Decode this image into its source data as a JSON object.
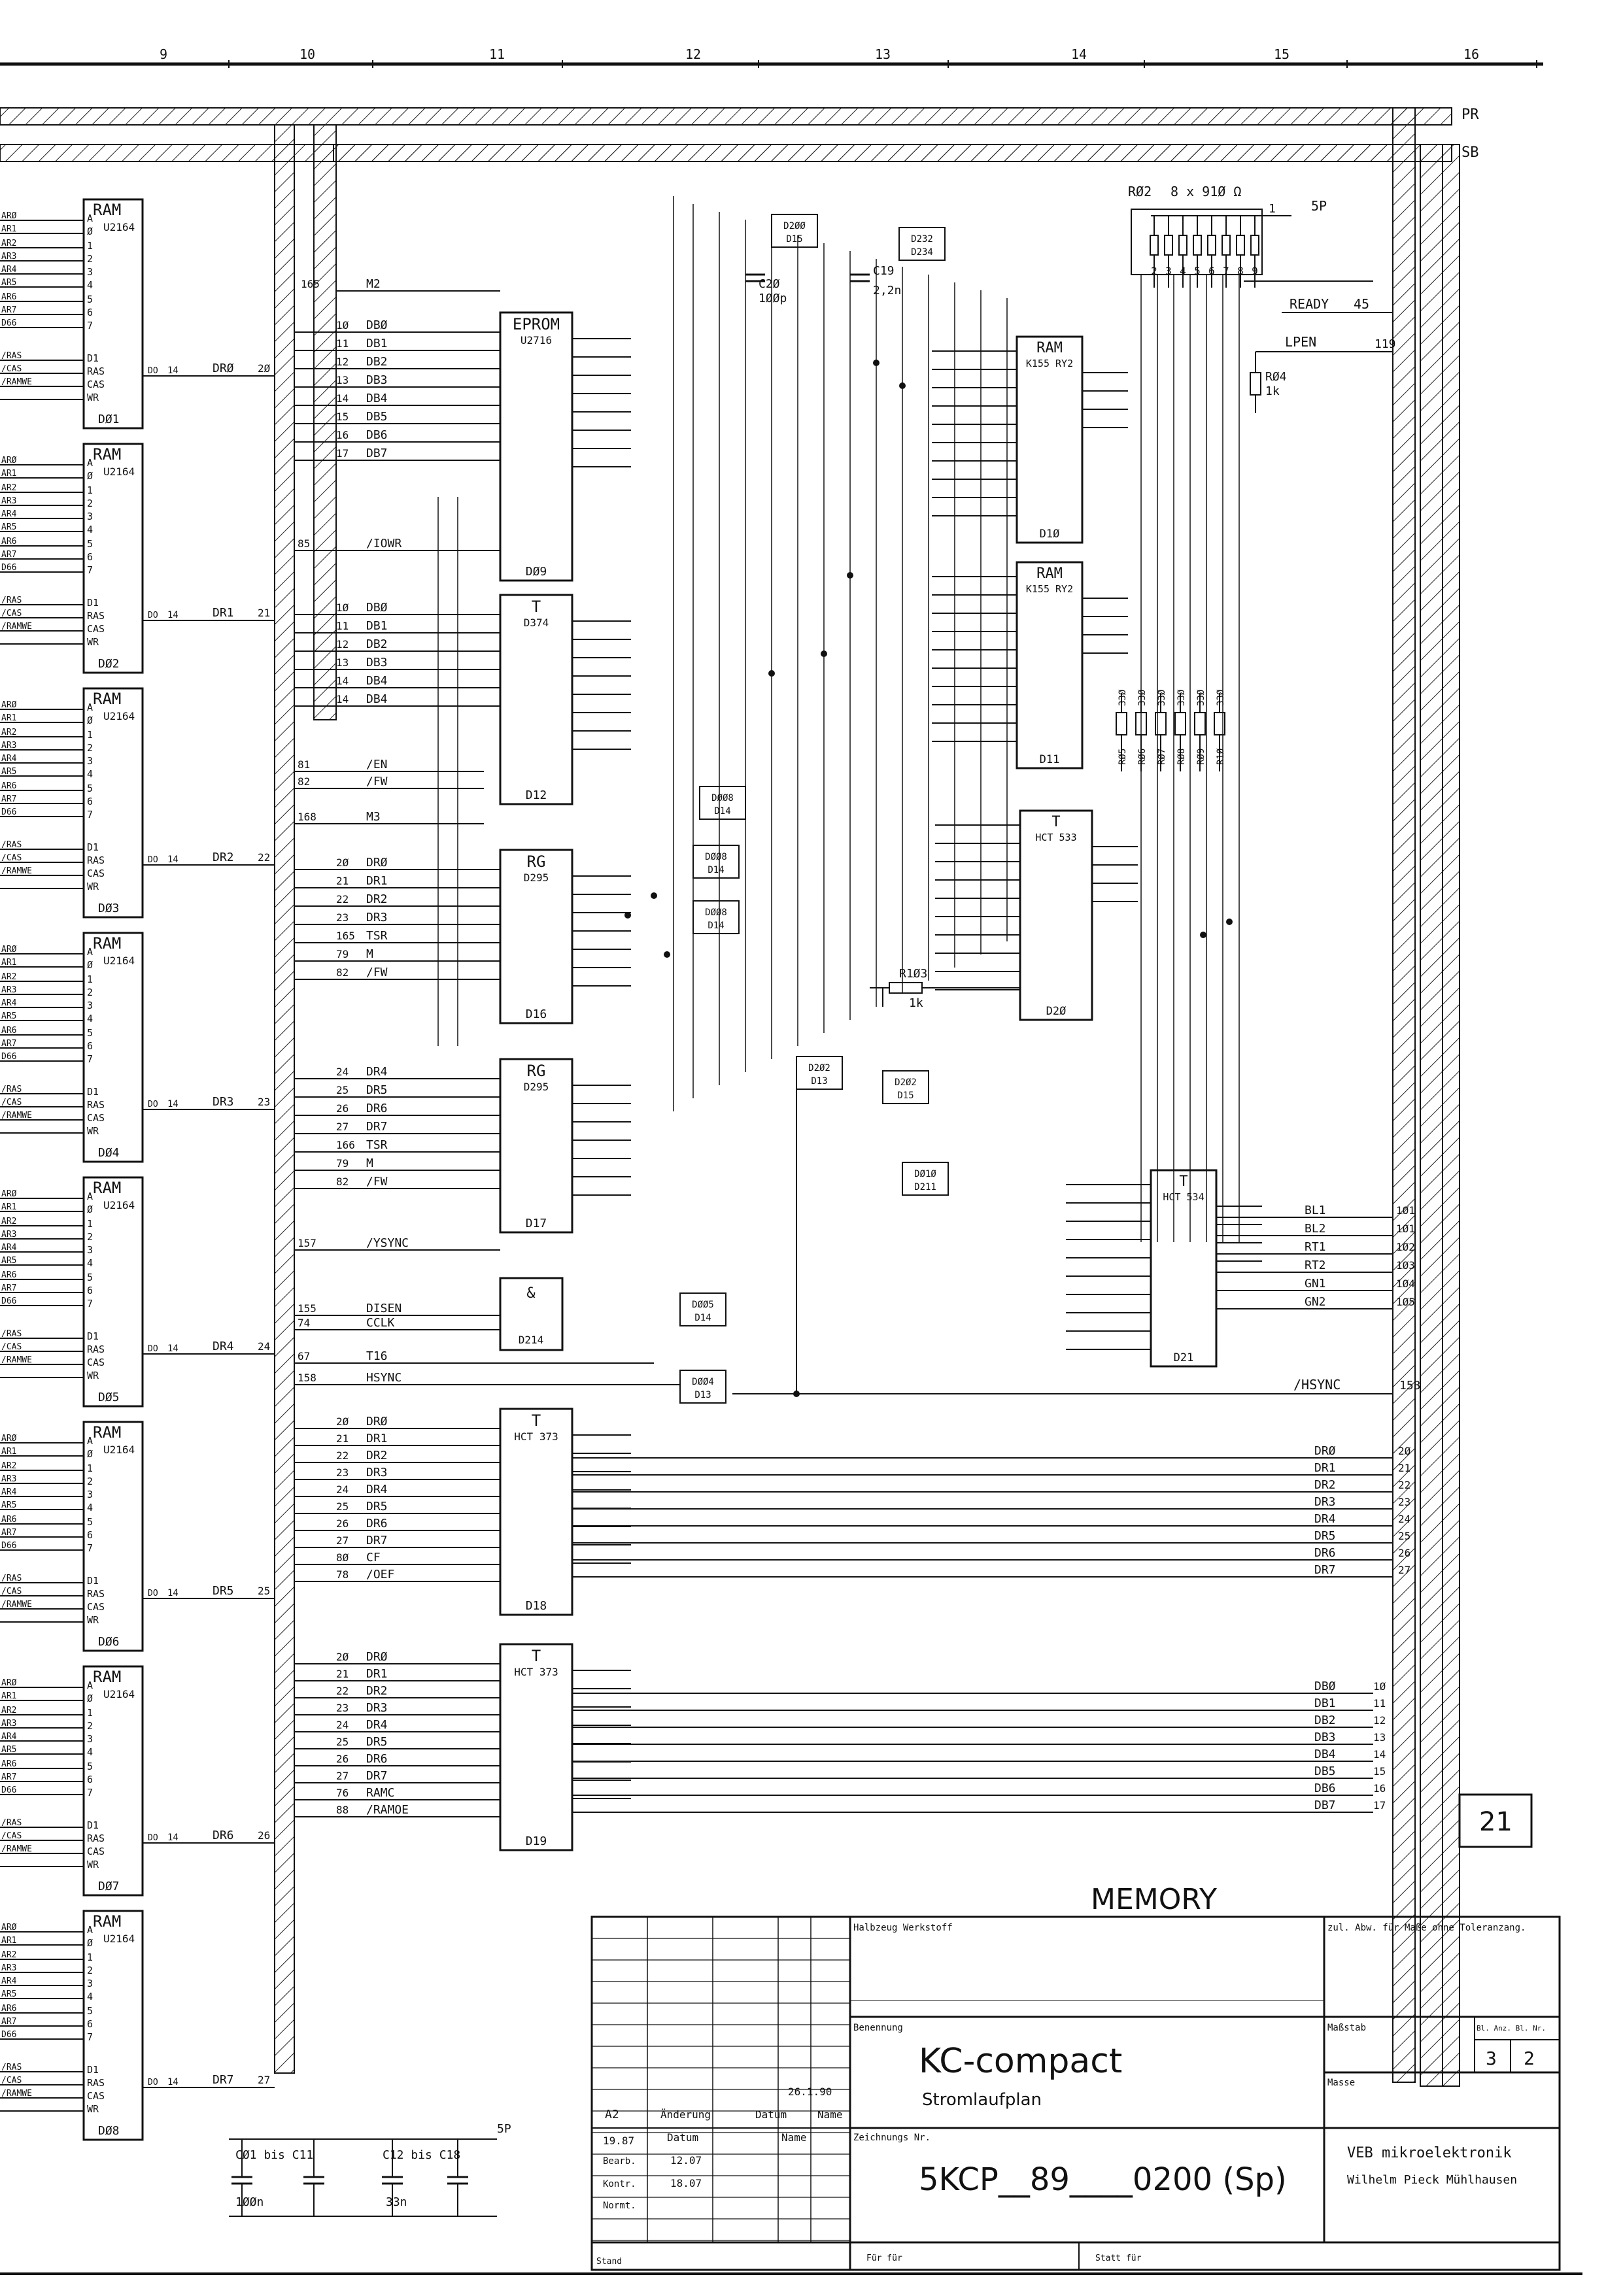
{
  "sheet": {
    "number": "21",
    "section_title": "MEMORY"
  },
  "column_numbers": [
    "9",
    "10",
    "11",
    "12",
    "13",
    "14",
    "15",
    "16"
  ],
  "bus_labels": {
    "pr": "PR",
    "sb": "SB"
  },
  "power_label": "5P",
  "resistor_array": {
    "ref": "RØ2",
    "value": "8 x 91Ø Ω",
    "pin1": "1",
    "pins": [
      "2",
      "3",
      "4",
      "5",
      "6",
      "7",
      "8",
      "9"
    ],
    "net": "READY",
    "net_pin": "45"
  },
  "lpen": {
    "name": "LPEN",
    "pin": "119",
    "resistor_ref": "RØ4",
    "resistor_value": "1k"
  },
  "capacitors": [
    {
      "ref": "C2Ø",
      "value": "1ØØp"
    },
    {
      "ref": "C19",
      "value": "2,2n"
    }
  ],
  "resistor_r103": {
    "ref": "R1Ø3",
    "value": "1k"
  },
  "resistor_block": {
    "refs": [
      "RØ5",
      "RØ6",
      "RØ7",
      "RØ8",
      "RØ9",
      "R1Ø"
    ],
    "value": "33Ø"
  },
  "left_ram_chips": [
    {
      "type": "RAM",
      "part": "U2164",
      "ref": "DØ1",
      "out": "DRØ",
      "pin": "2Ø",
      "dpin": "14"
    },
    {
      "type": "RAM",
      "part": "U2164",
      "ref": "DØ2",
      "out": "DR1",
      "pin": "21",
      "dpin": "14"
    },
    {
      "type": "RAM",
      "part": "U2164",
      "ref": "DØ3",
      "out": "DR2",
      "pin": "22",
      "dpin": "14"
    },
    {
      "type": "RAM",
      "part": "U2164",
      "ref": "DØ4",
      "out": "DR3",
      "pin": "23",
      "dpin": "14"
    },
    {
      "type": "RAM",
      "part": "U2164",
      "ref": "DØ5",
      "out": "DR4",
      "pin": "24",
      "dpin": "14"
    },
    {
      "type": "RAM",
      "part": "U2164",
      "ref": "DØ6",
      "out": "DR5",
      "pin": "25",
      "dpin": "14"
    },
    {
      "type": "RAM",
      "part": "U2164",
      "ref": "DØ7",
      "out": "DR6",
      "pin": "26",
      "dpin": "14"
    },
    {
      "type": "RAM",
      "part": "U2164",
      "ref": "DØ8",
      "out": "DR7",
      "pin": "27",
      "dpin": "14"
    }
  ],
  "ram_pin_labels": [
    "A",
    "Ø",
    "1",
    "2",
    "3",
    "4",
    "5",
    "6",
    "7",
    "D1",
    "RAS",
    "CAS",
    "WR",
    "DO"
  ],
  "left_signals": [
    "ARØ",
    "AR1",
    "AR2",
    "AR3",
    "AR4",
    "AR5",
    "AR6",
    "AR7",
    "D66",
    "/RAS",
    "/CAS",
    "/RAMWE"
  ],
  "chips": {
    "d09": {
      "type": "EPROM",
      "part": "U2716",
      "ref": "DØ9",
      "inputs": [
        [
          "1Ø",
          "DBØ"
        ],
        [
          "11",
          "DB1"
        ],
        [
          "12",
          "DB2"
        ],
        [
          "13",
          "DB3"
        ],
        [
          "14",
          "DB4"
        ],
        [
          "15",
          "DB5"
        ],
        [
          "16",
          "DB6"
        ],
        [
          "17",
          "DB7"
        ]
      ],
      "m2": "M2",
      "m2pin": "165",
      "iowr": "/IOWR",
      "iowrpin": "85"
    },
    "d12": {
      "type": "T",
      "part": "D374",
      "ref": "D12",
      "inputs": [
        [
          "1Ø",
          "DBØ"
        ],
        [
          "11",
          "DB1"
        ],
        [
          "12",
          "DB2"
        ],
        [
          "13",
          "DB3"
        ],
        [
          "14",
          "DB4"
        ],
        [
          "14",
          "DB4"
        ]
      ],
      "ctrl": [
        [
          "81",
          "/EN"
        ],
        [
          "82",
          "/FW"
        ],
        [
          "168",
          "M3"
        ]
      ]
    },
    "d16": {
      "type": "RG",
      "part": "D295",
      "ref": "D16",
      "inputs": [
        [
          "2Ø",
          "DRØ"
        ],
        [
          "21",
          "DR1"
        ],
        [
          "22",
          "DR2"
        ],
        [
          "23",
          "DR3"
        ],
        [
          "165",
          "TSR"
        ],
        [
          "79",
          "M"
        ],
        [
          "82",
          "/FW"
        ]
      ]
    },
    "d17": {
      "type": "RG",
      "part": "D295",
      "ref": "D17",
      "inputs": [
        [
          "24",
          "DR4"
        ],
        [
          "25",
          "DR5"
        ],
        [
          "26",
          "DR6"
        ],
        [
          "27",
          "DR7"
        ],
        [
          "166",
          "TSR"
        ],
        [
          "79",
          "M"
        ],
        [
          "82",
          "/FW"
        ]
      ]
    },
    "d214": {
      "type": "&",
      "ref": "D214",
      "inputs": [
        [
          "157",
          "/YSYNC"
        ],
        [
          "155",
          "DISEN"
        ],
        [
          "74",
          "CCLK"
        ]
      ]
    },
    "d18": {
      "type": "T",
      "part": "HCT 373",
      "ref": "D18",
      "inputs": [
        [
          "2Ø",
          "DRØ"
        ],
        [
          "21",
          "DR1"
        ],
        [
          "22",
          "DR2"
        ],
        [
          "23",
          "DR3"
        ],
        [
          "24",
          "DR4"
        ],
        [
          "25",
          "DR5"
        ],
        [
          "26",
          "DR6"
        ],
        [
          "27",
          "DR7"
        ],
        [
          "8Ø",
          "CF"
        ],
        [
          "78",
          "/OEF"
        ]
      ],
      "outputs": [
        [
          "DRØ",
          "2Ø"
        ],
        [
          "DR1",
          "21"
        ],
        [
          "DR2",
          "22"
        ],
        [
          "DR3",
          "23"
        ],
        [
          "DR4",
          "24"
        ],
        [
          "DR5",
          "25"
        ],
        [
          "DR6",
          "26"
        ],
        [
          "DR7",
          "27"
        ]
      ]
    },
    "d19": {
      "type": "T",
      "part": "HCT 373",
      "ref": "D19",
      "inputs": [
        [
          "2Ø",
          "DRØ"
        ],
        [
          "21",
          "DR1"
        ],
        [
          "22",
          "DR2"
        ],
        [
          "23",
          "DR3"
        ],
        [
          "24",
          "DR4"
        ],
        [
          "25",
          "DR5"
        ],
        [
          "26",
          "DR6"
        ],
        [
          "27",
          "DR7"
        ],
        [
          "76",
          "RAMC"
        ],
        [
          "88",
          "/RAMOE"
        ]
      ],
      "outputs": [
        [
          "DBØ",
          "1Ø"
        ],
        [
          "DB1",
          "11"
        ],
        [
          "DB2",
          "12"
        ],
        [
          "DB3",
          "13"
        ],
        [
          "DB4",
          "14"
        ],
        [
          "DB5",
          "15"
        ],
        [
          "DB6",
          "16"
        ],
        [
          "DB7",
          "17"
        ]
      ]
    },
    "d10": {
      "type": "RAM",
      "part": "K155 RY2",
      "ref": "D1Ø"
    },
    "d11": {
      "type": "RAM",
      "part": "K155 RY2",
      "ref": "D11"
    },
    "d20": {
      "type": "T",
      "part": "HCT 533",
      "ref": "D2Ø"
    },
    "d21": {
      "type": "T",
      "part": "HCT 534",
      "ref": "D21",
      "outputs": [
        [
          "BL1",
          "1Ø1"
        ],
        [
          "BL2",
          "1Ø1"
        ],
        [
          "RT1",
          "1Ø2"
        ],
        [
          "RT2",
          "1Ø3"
        ],
        [
          "GN1",
          "1Ø4"
        ],
        [
          "GN2",
          "1Ø5"
        ]
      ]
    }
  },
  "small_gates": [
    "D2ØØ",
    "D15",
    "D232",
    "D234",
    "DØØ8",
    "D14",
    "DØØ8",
    "D14",
    "DØØ8",
    "D14",
    "D2Ø2",
    "D13",
    "D2Ø2",
    "D15",
    "DØ1Ø",
    "D211",
    "DØØ5",
    "D14",
    "DØØ4",
    "D13"
  ],
  "hsync": {
    "left": "HSYNC",
    "left_pin": "158",
    "t16": "T16",
    "t16_pin": "67",
    "right": "/HSYNC",
    "right_pin": "153"
  },
  "bottom_caps": [
    {
      "label": "CØ1 bis C11",
      "value": "1ØØn"
    },
    {
      "label": "C12 bis C18",
      "value": "33n"
    }
  ],
  "title_block": {
    "halbzeug": "Halbzeug Werkstoff",
    "tolerance": "zul. Abw. für Maße ohne Toleranzang.",
    "benennung_label": "Benennung",
    "benennung": "KC-compact",
    "subtitle": "Stromlaufplan",
    "masstab": "Maßstab",
    "masse": "Masse",
    "sheet_label": "Bl. Anz. Bl. Nr.",
    "sheet_count": "3",
    "sheet_no": "2",
    "drawing_label": "Zeichnungs Nr.",
    "drawing_no": "5KCP__89____0200 (Sp)",
    "date": "26.1.90",
    "aenderung": "Änderung",
    "datum": "Datum",
    "name": "Name",
    "rev": "A2",
    "fur": "Für für",
    "statt": "Statt für",
    "stand": "Stand",
    "row_labels": [
      "Bearb.",
      "Kontr.",
      "Normt."
    ],
    "row_dates": [
      "12.07",
      "18.07"
    ],
    "row_year": "19.87",
    "company": "VEB mikroelektronik",
    "company_sub": "Wilhelm Pieck Mühlhausen"
  }
}
